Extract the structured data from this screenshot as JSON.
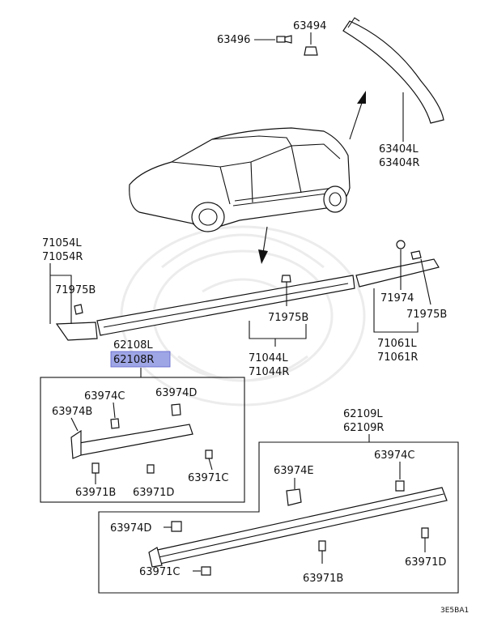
{
  "diagram_code": "3E5BA1",
  "labels": {
    "p63496": "63496",
    "p63494": "63494",
    "p63404": [
      "63404L",
      "63404R"
    ],
    "p71054": [
      "71054L",
      "71054R"
    ],
    "p71975_left": "71975B",
    "p71975_mid": "71975B",
    "p71974": "71974",
    "p71975_right": "71975B",
    "p71044": [
      "71044L",
      "71044R"
    ],
    "p71061": [
      "71061L",
      "71061R"
    ],
    "p62108": [
      "62108L",
      "62108R"
    ],
    "p62109": [
      "62109L",
      "62109R"
    ],
    "box1": {
      "c63974C": "63974C",
      "c63974D": "63974D",
      "c63974B": "63974B",
      "c63971B": "63971B",
      "c63971D": "63971D",
      "c63971C": "63971C"
    },
    "box2": {
      "c63974E": "63974E",
      "c63974C": "63974C",
      "c63974D": "63974D",
      "c63971C": "63971C",
      "c63971B": "63971B",
      "c63971D": "63971D"
    }
  },
  "highlight": {
    "part": "62108R",
    "color": "#9fa6e6"
  }
}
